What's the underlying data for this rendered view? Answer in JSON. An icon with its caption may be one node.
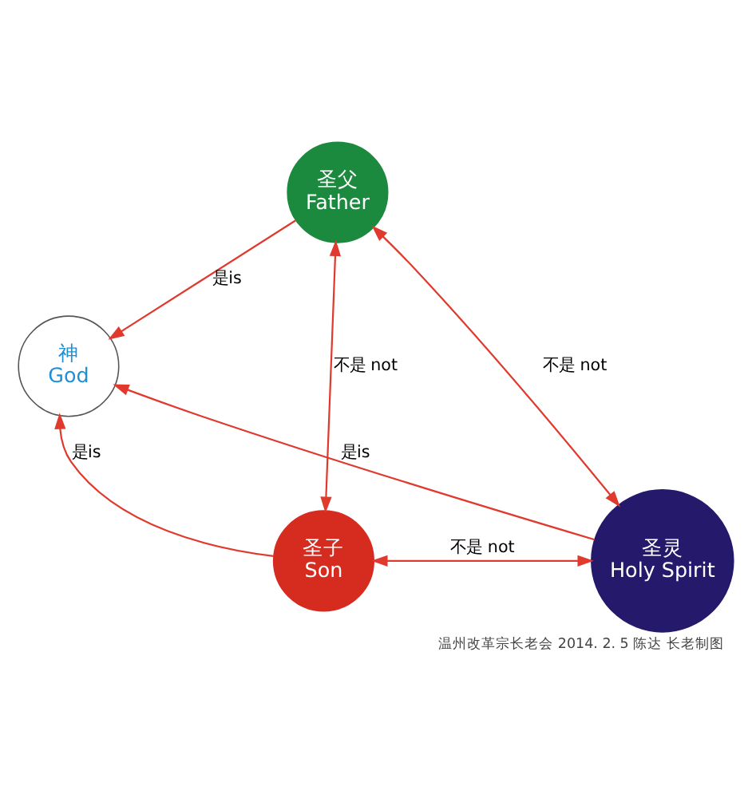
{
  "diagram": {
    "caption": "温州改革宗长老会 2014. 2. 5 陈达 长老制图",
    "nodes": [
      {
        "text": [
          "圣父",
          "Father"
        ]
      },
      {
        "text": [
          "神",
          "God"
        ]
      },
      {
        "text": [
          "圣子",
          "Son"
        ]
      },
      {
        "text": [
          "圣灵",
          "Holy Spirit"
        ]
      }
    ],
    "edges": [
      {
        "from": 0,
        "to": 1,
        "arrow": "to",
        "label": "是is"
      },
      {
        "from": 2,
        "to": 1,
        "arrow": "to",
        "label": "是is"
      },
      {
        "from": 3,
        "to": 1,
        "arrow": "to",
        "label": "是is"
      },
      {
        "from": 0,
        "to": 2,
        "arrow": "both",
        "label": "不是 not"
      },
      {
        "from": 0,
        "to": 3,
        "arrow": "both",
        "label": "不是 not"
      },
      {
        "from": 2,
        "to": 3,
        "arrow": "both",
        "label": "不是 not"
      }
    ]
  }
}
